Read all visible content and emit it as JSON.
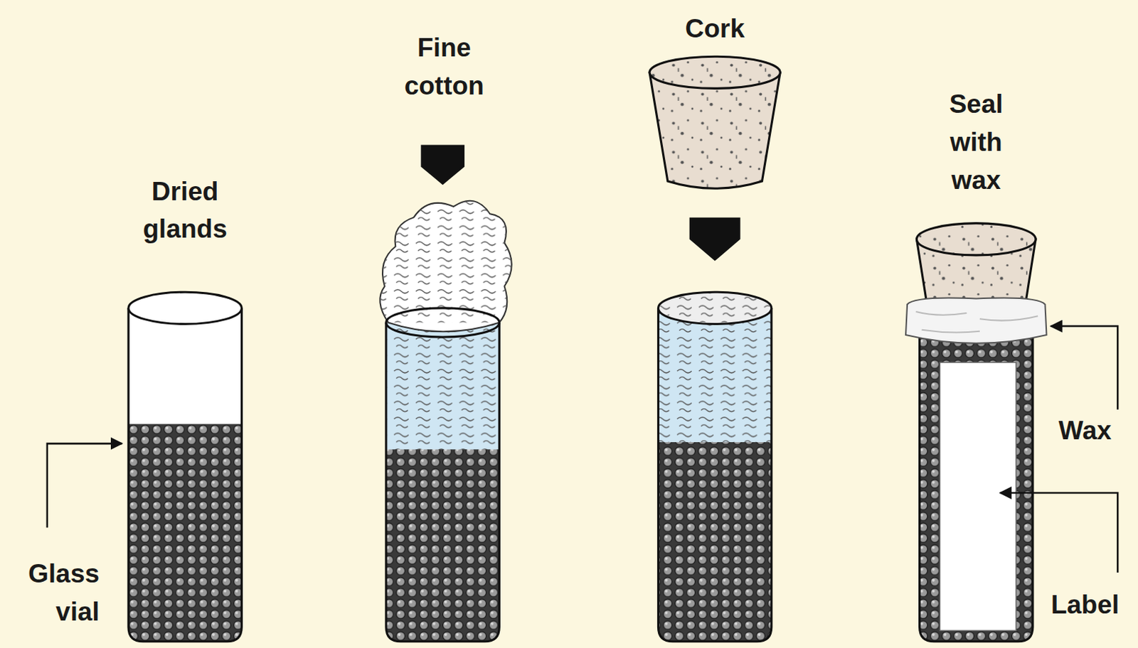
{
  "diagram": {
    "labels": [
      "Cork",
      "Fine cotton",
      "Seal with wax",
      "Dried glands",
      "Wax",
      "Glass vial",
      "Label"
    ]
  }
}
